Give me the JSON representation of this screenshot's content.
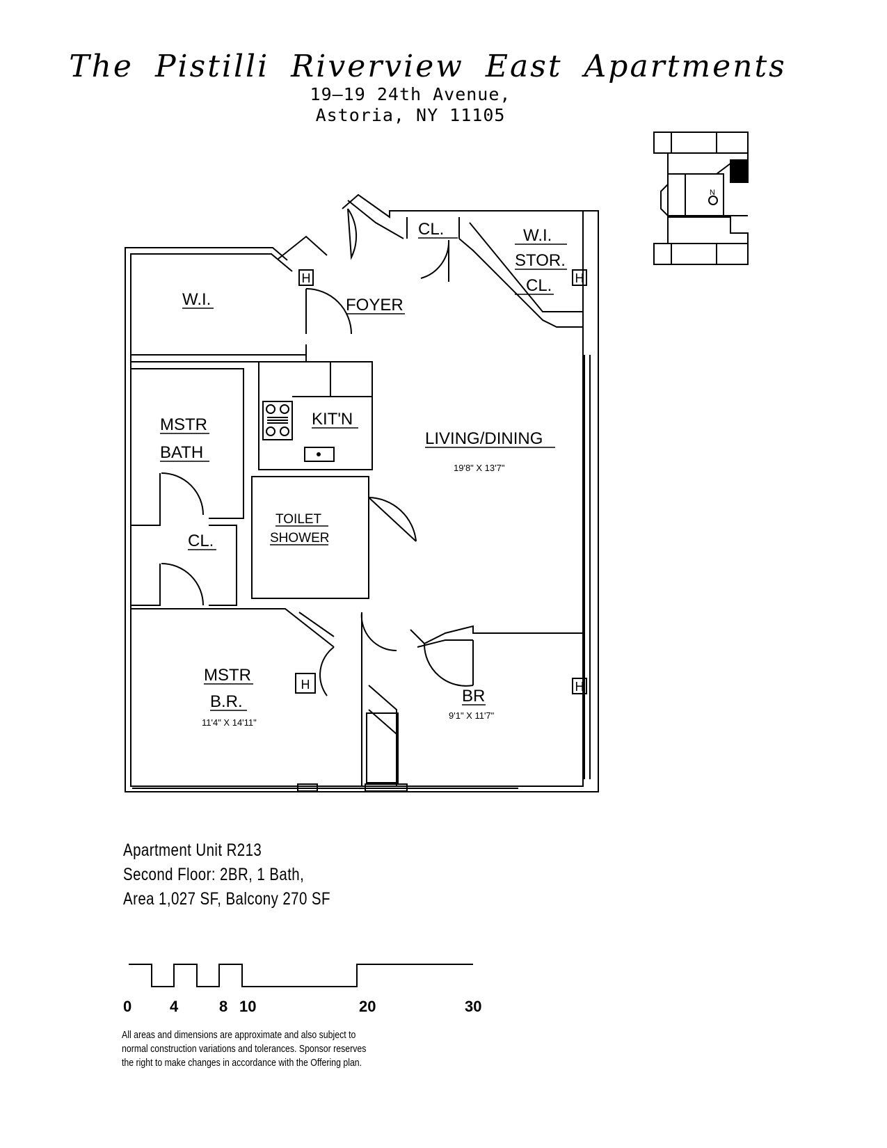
{
  "header": {
    "title": "The Pistilli Riverview East Apartments",
    "address_line1": "19–19 24th Avenue,",
    "address_line2": "Astoria, NY 11105"
  },
  "plan": {
    "rooms": {
      "wi_left": "W.I.",
      "foyer": "FOYER",
      "cl_top": "CL.",
      "wi_stor_line1": "W.I.",
      "wi_stor_line2": "STOR.",
      "wi_stor_line3": "CL.",
      "kitchen": "KIT'N",
      "living": "LIVING/DINING",
      "living_dim": "19'8\" X 13'7\"",
      "mstr_bath_line1": "MSTR",
      "mstr_bath_line2": "BATH",
      "cl_mid": "CL.",
      "toilet_line1": "TOILET",
      "toilet_line2": "SHOWER",
      "mstr_br_line1": "MSTR",
      "mstr_br_line2": "B.R.",
      "mstr_br_dim": "11'4\" X 14'11\"",
      "br": "BR",
      "br_dim": "9'1\" X 11'7\""
    },
    "north_label": "N",
    "heater_symbol": "H"
  },
  "info": {
    "unit": "Apartment Unit R213",
    "floor": "Second Floor: 2BR, 1 Bath,",
    "area": "Area 1,027 SF, Balcony 270 SF"
  },
  "scale_bar": {
    "ticks": [
      "0",
      "4",
      "8",
      "10",
      "20",
      "30"
    ]
  },
  "disclaimer": {
    "line1": "All areas and dimensions are approximate and also subject to",
    "line2": "normal construction variations and tolerances. Sponsor reserves",
    "line3": "the right to make changes in accordance with the Offering plan."
  }
}
